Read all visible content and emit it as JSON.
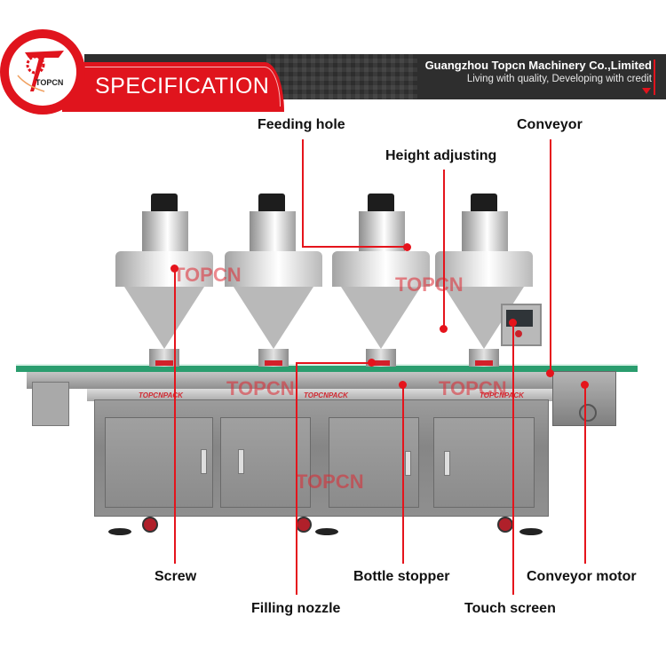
{
  "header": {
    "title": "SPECIFICATION",
    "logo_text": "TOPCN",
    "company": "Guangzhou Topcn Machinery Co.,Limited",
    "tagline": "Living with quality, Developing with credit",
    "colors": {
      "accent": "#e0141d",
      "dark_bar": "#2e2e2e"
    }
  },
  "watermark": "TOPCN",
  "brand_strip": "TOPCNPACK",
  "callouts": {
    "feeding_hole": "Feeding hole",
    "height_adjusting": "Height adjusting",
    "conveyor": "Conveyor",
    "screw": "Screw",
    "filling_nozzle": "Filling nozzle",
    "bottle_stopper": "Bottle stopper",
    "touch_screen": "Touch screen",
    "conveyor_motor": "Conveyor motor",
    "line_color": "#e5141c"
  }
}
